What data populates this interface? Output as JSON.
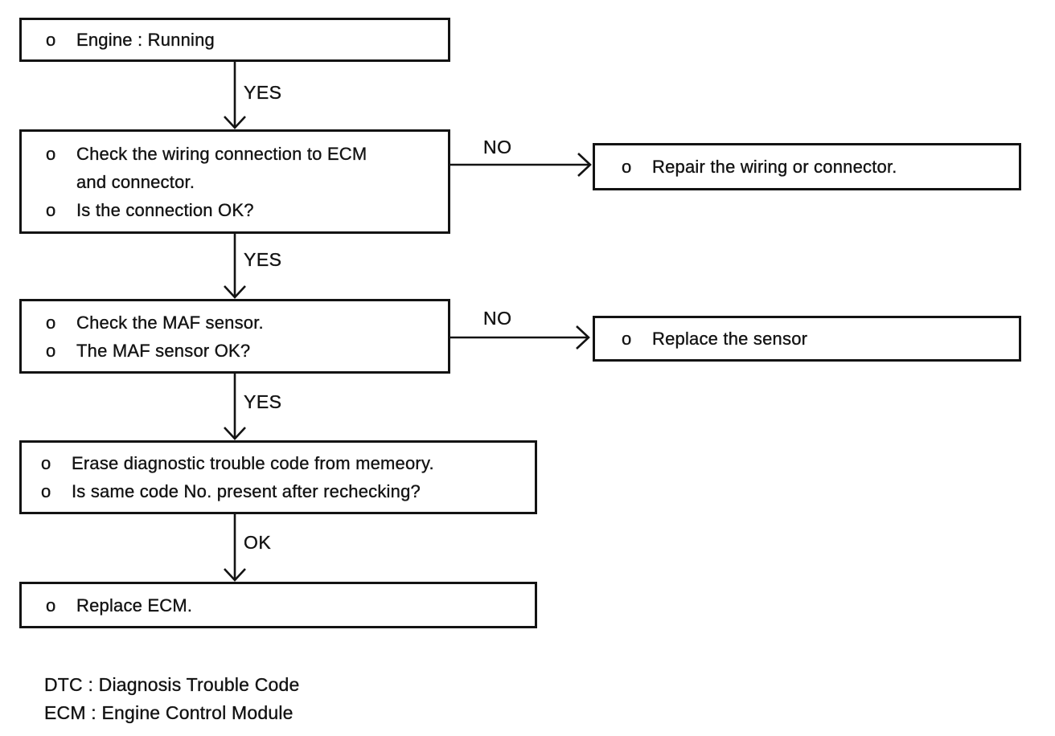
{
  "bullet_char": "o",
  "nodes": {
    "engine_running": {
      "items": [
        {
          "lines": [
            "Engine : Running"
          ]
        }
      ]
    },
    "check_wiring": {
      "items": [
        {
          "lines": [
            "Check the wiring connection to ECM",
            "and connector."
          ]
        },
        {
          "lines": [
            "Is the connection OK?"
          ]
        }
      ]
    },
    "repair_wiring": {
      "items": [
        {
          "lines": [
            "Repair the wiring or connector."
          ]
        }
      ]
    },
    "check_maf": {
      "items": [
        {
          "lines": [
            "Check the MAF sensor."
          ]
        },
        {
          "lines": [
            "The MAF sensor OK?"
          ]
        }
      ]
    },
    "replace_sensor": {
      "items": [
        {
          "lines": [
            "Replace the sensor"
          ]
        }
      ]
    },
    "erase_dtc": {
      "items": [
        {
          "lines": [
            "Erase diagnostic trouble code from memeory."
          ]
        },
        {
          "lines": [
            "Is same code No. present after rechecking?"
          ]
        }
      ]
    },
    "replace_ecm": {
      "items": [
        {
          "lines": [
            "Replace ECM."
          ]
        }
      ]
    }
  },
  "edge_labels": {
    "yes_1": "YES",
    "yes_2": "YES",
    "yes_3": "YES",
    "ok_1": "OK",
    "no_1": "NO",
    "no_2": "NO"
  },
  "legend": {
    "line_1": "DTC : Diagnosis Trouble Code",
    "line_2": "ECM : Engine Control Module"
  },
  "colors": {
    "ink": "#131313",
    "background": "#ffffff"
  }
}
